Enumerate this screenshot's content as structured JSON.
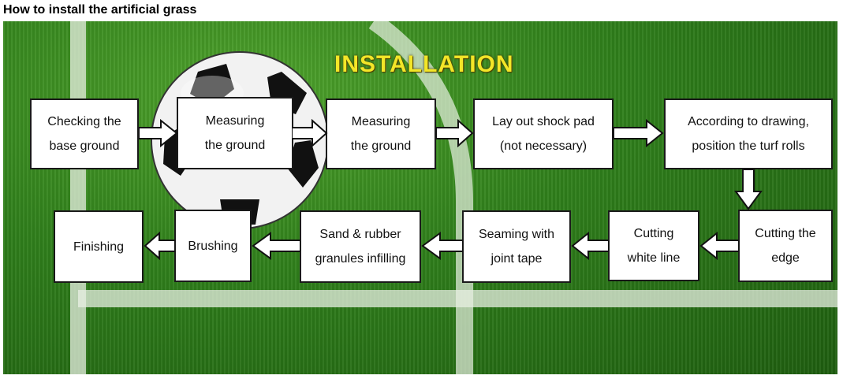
{
  "page_title": "How to install the artificial grass",
  "diagram": {
    "heading": "INSTALLATION",
    "steps": [
      {
        "label": "Checking  the\nbase ground"
      },
      {
        "label": "Measuring\nthe ground"
      },
      {
        "label": "Measuring\nthe ground"
      },
      {
        "label": "Lay out shock pad\n(not necessary)"
      },
      {
        "label": "According to drawing,\nposition the turf rolls"
      },
      {
        "label": "Cutting the\nedge"
      },
      {
        "label": "Cutting\nwhite line"
      },
      {
        "label": "Seaming with\njoint tape"
      },
      {
        "label": "Sand & rubber\ngranules infilling"
      },
      {
        "label": "Brushing"
      },
      {
        "label": "Finishing"
      }
    ],
    "colors": {
      "heading": "#f3e628",
      "grass": "#2f7f1b",
      "box": "#ffffff",
      "arrow": "#ffffff"
    }
  }
}
